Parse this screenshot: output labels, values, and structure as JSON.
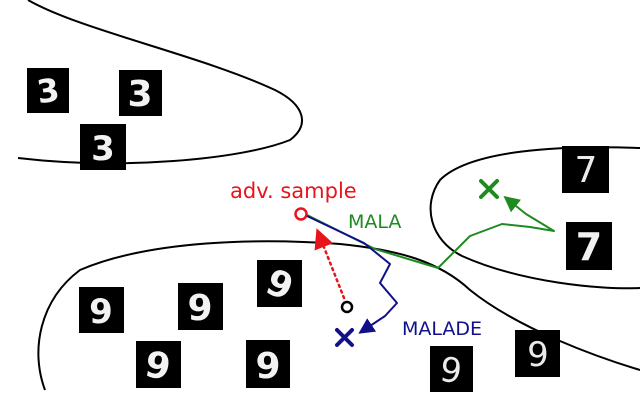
{
  "labels": {
    "adv_sample": "adv. sample",
    "mala": "MALA",
    "malade": "MALADE"
  },
  "digits": {
    "three": "3",
    "seven": "7",
    "nine": "9"
  },
  "colors": {
    "adv_sample": "#e8141c",
    "mala": "#1f8a1f",
    "malade": "#10108a",
    "boundary": "#000000",
    "tile_bg": "#000000"
  }
}
